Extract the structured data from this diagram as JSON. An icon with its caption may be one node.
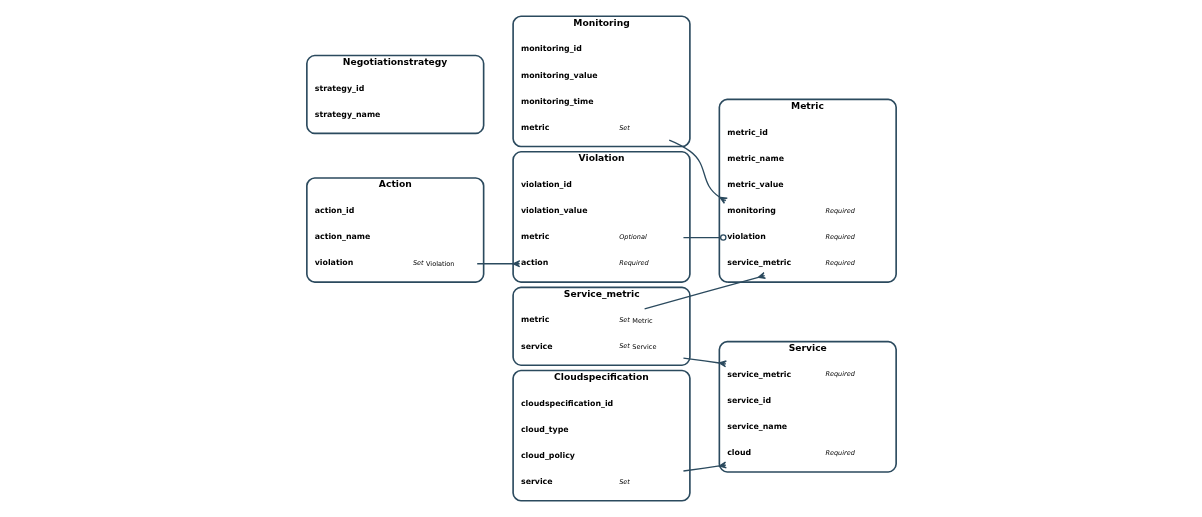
{
  "diagram": {
    "nodes": [
      {
        "text": [
          "Monitoring"
        ]
      },
      {
        "text": [
          "monitoring_id"
        ],
        "in": 0
      },
      {
        "text": [
          "monitoring_value"
        ],
        "in": 0
      },
      {
        "text": [
          "monitoring_time"
        ],
        "in": 0
      },
      {
        "text": [
          "metric",
          "Set"
        ],
        "in": 0
      },
      {
        "text": [
          "Service_metric"
        ]
      },
      {
        "text": [
          "service",
          "Set",
          "Service"
        ],
        "in": 5
      },
      {
        "text": [
          "metric",
          "Set",
          "Metric"
        ],
        "in": 5
      },
      {
        "text": [
          "Action"
        ]
      },
      {
        "text": [
          "action_id"
        ],
        "in": 8
      },
      {
        "text": [
          "action_name"
        ],
        "in": 8
      },
      {
        "text": [
          "violation",
          "Set",
          "Violation"
        ],
        "in": 8
      },
      {
        "text": [
          "Metric"
        ]
      },
      {
        "text": [
          "metric_id"
        ],
        "in": 12
      },
      {
        "text": [
          "metric_name"
        ],
        "in": 12
      },
      {
        "text": [
          "metric_value"
        ],
        "in": 12
      },
      {
        "text": [
          "monitoring",
          "Required"
        ],
        "in": 12
      },
      {
        "text": [
          "violation",
          "Required"
        ],
        "in": 12
      },
      {
        "text": [
          "service_metric",
          "Required"
        ],
        "in": 12
      },
      {
        "text": [
          "Service"
        ]
      },
      {
        "text": [
          "service_id"
        ],
        "in": 19
      },
      {
        "text": [
          "service_name"
        ],
        "in": 19
      },
      {
        "text": [
          "cloud",
          "Required"
        ],
        "in": 19
      },
      {
        "text": [
          "service_metric",
          "Required"
        ],
        "in": 19
      },
      {
        "text": [
          "Negotiationstrategy"
        ]
      },
      {
        "text": [
          "strategy_id"
        ],
        "in": 24
      },
      {
        "text": [
          "strategy_name"
        ],
        "in": 24
      },
      {
        "text": [
          "Violation"
        ]
      },
      {
        "text": [
          "violation_id"
        ],
        "in": 27
      },
      {
        "text": [
          "violation_value"
        ],
        "in": 27
      },
      {
        "text": [
          "metric",
          "Optional"
        ],
        "in": 27
      },
      {
        "text": [
          "action",
          "Required"
        ],
        "in": 27
      },
      {
        "text": [
          "Cloudspecification"
        ]
      },
      {
        "text": [
          "cloudspecification_id"
        ],
        "in": 32
      },
      {
        "text": [
          "cloud_type"
        ],
        "in": 32
      },
      {
        "text": [
          "cloud_policy"
        ],
        "in": 32
      },
      {
        "text": [
          "service",
          "Set"
        ],
        "in": 32
      }
    ],
    "edges": [
      {
        "from": 11,
        "to": 31,
        "arrow": "other"
      },
      {
        "from": 4,
        "to": 16,
        "arrow": "other"
      },
      {
        "from": 30,
        "to": 17,
        "arrow": "other"
      },
      {
        "from": 7,
        "to": 18,
        "arrow": "other"
      },
      {
        "from": 6,
        "to": 23,
        "arrow": "other"
      },
      {
        "from": 36,
        "to": 22,
        "arrow": "other"
      }
    ]
  }
}
